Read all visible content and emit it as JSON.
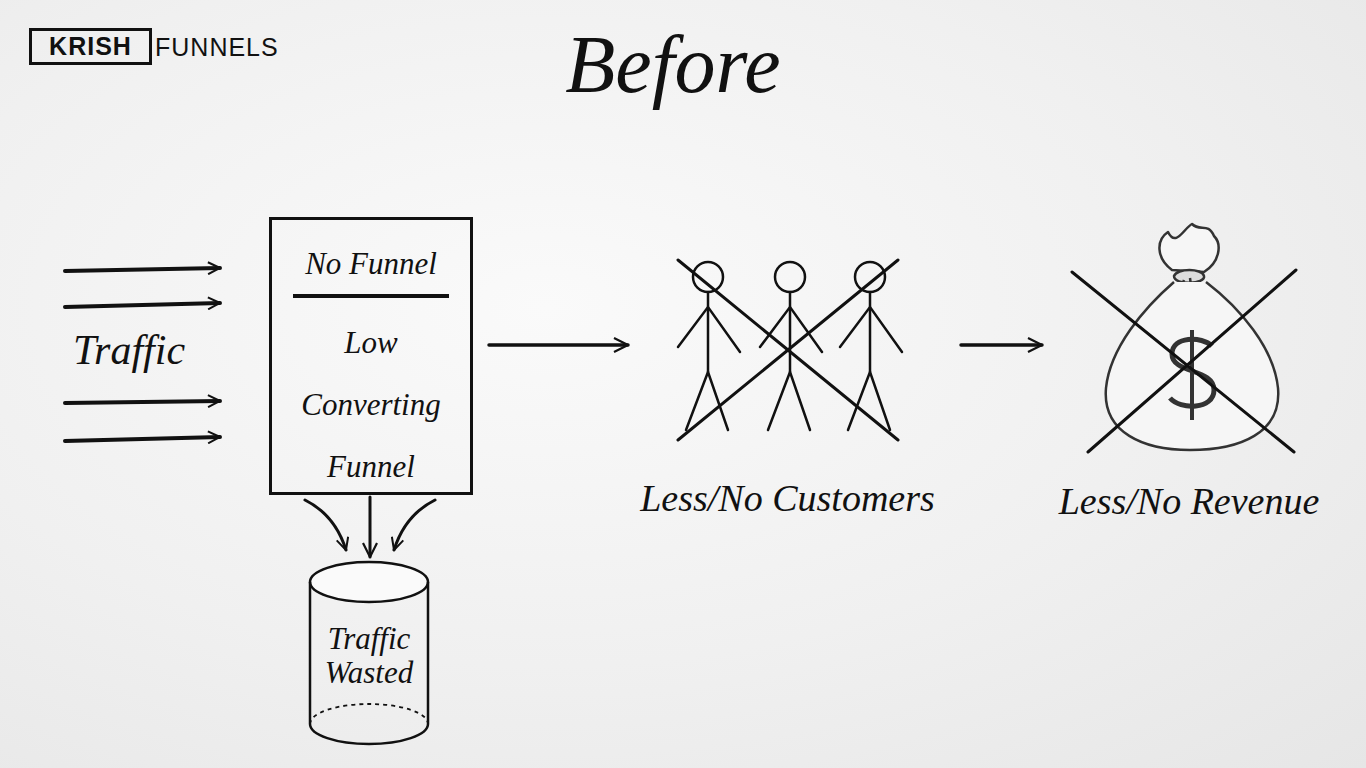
{
  "diagram": {
    "title": "Before",
    "nodes": [
      {
        "text": [
          "KRISH",
          "FUNNELS"
        ]
      },
      {
        "text": [
          "No Funnel",
          "Low Converting Funnel"
        ]
      },
      {
        "text": [
          "Traffic Wasted"
        ]
      },
      {
        "text": [
          "Less/No Customers"
        ]
      },
      {
        "text": [
          "Less/No Revenue"
        ]
      }
    ],
    "edges": [
      {
        "from": 1,
        "to": 3,
        "arrow": "to"
      },
      {
        "from": 3,
        "to": 4,
        "arrow": "to"
      },
      {
        "from": 1,
        "to": 2,
        "arrow": "to"
      }
    ],
    "labels": [
      "Traffic"
    ]
  }
}
